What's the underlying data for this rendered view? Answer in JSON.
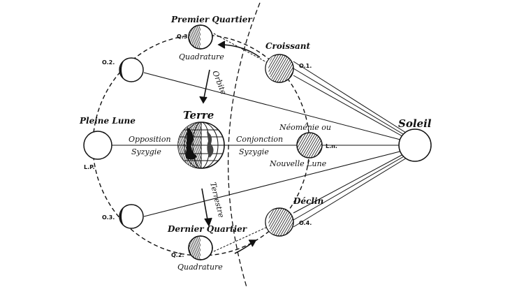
{
  "labels": {
    "premier_quartier": "Premier Quartier",
    "q3": "Q.3.",
    "quadrature_top": "Quadrature",
    "croissant": "Croissant",
    "o1": "O.1.",
    "o2": "O.2.",
    "pleine_lune": "Pleine Lune",
    "lp": "L.P.",
    "opposition": "Opposition",
    "syzygie_left": "Syzygie",
    "terre": "Terre",
    "orbite": "Orbite",
    "conjonction": "Conjonction",
    "syzygie_right": "Syzygie",
    "neomenie": "Néoménie ou",
    "ln": "L.n.",
    "nouvelle_lune": "Nouvelle Lune",
    "soleil": "Soleil",
    "terrestre": "Terrestre",
    "o3": "O.3.",
    "dernier_quartier": "Dernier Quartier",
    "q2": "Q.2.",
    "quadrature_bottom": "Quadrature",
    "declin": "Déclin",
    "o4": "O.4."
  },
  "colors": {
    "ink": "#111111",
    "background": "#ffffff"
  }
}
